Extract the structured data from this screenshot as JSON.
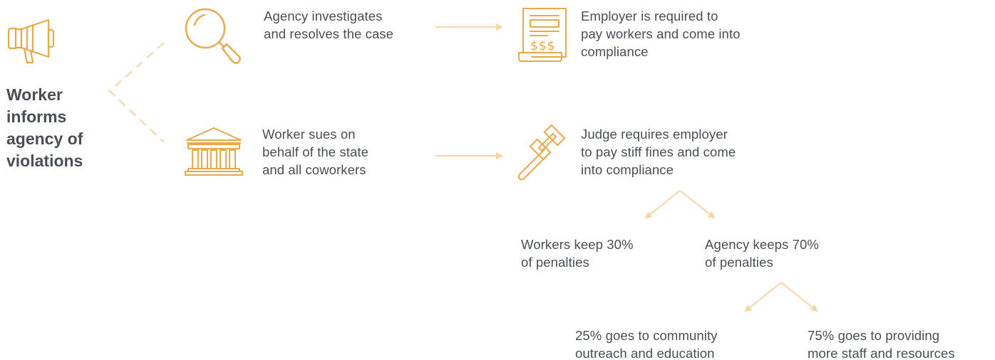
{
  "colors": {
    "icon": "#e8a94a",
    "connector": "#f6d6a6",
    "text": "#4a4f55"
  },
  "start": {
    "icon": "megaphone-icon",
    "lines": [
      "Worker",
      "informs",
      "agency of",
      "violations"
    ]
  },
  "paths": [
    {
      "step1": {
        "icon": "magnifying-glass-icon",
        "lines": [
          "Agency investigates",
          "and resolves the case"
        ]
      },
      "step2": {
        "icon": "invoice-dollar-icon",
        "lines": [
          "Employer is required to",
          "pay workers and come into",
          "compliance"
        ]
      }
    },
    {
      "step1": {
        "icon": "courthouse-icon",
        "lines": [
          "Worker sues on",
          "behalf of the state",
          "and all coworkers"
        ]
      },
      "step2": {
        "icon": "gavel-icon",
        "lines": [
          "Judge requires employer",
          "to pay stiff fines and come",
          "into compliance"
        ]
      }
    }
  ],
  "penalty_split": [
    {
      "lines": [
        "Workers keep 30%",
        "of penalties"
      ]
    },
    {
      "lines": [
        "Agency keeps 70%",
        "of penalties"
      ]
    }
  ],
  "agency_split": [
    {
      "lines": [
        "25% goes to community",
        "outreach and education"
      ]
    },
    {
      "lines": [
        "75% goes to providing",
        "more staff and resources"
      ]
    }
  ]
}
